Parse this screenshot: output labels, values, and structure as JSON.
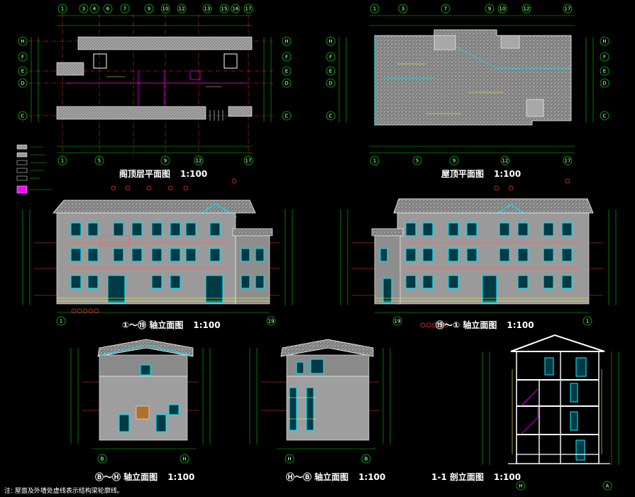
{
  "drawing_titles": {
    "attic_plan": "阁顶层平面图",
    "attic_plan_scale": "1:100",
    "roof_plan": "屋顶平面图",
    "roof_plan_scale": "1:100",
    "elev_1_19": "①～⑲ 轴立面图",
    "elev_1_19_scale": "1:100",
    "elev_19_1": "⑲～① 轴立面图",
    "elev_19_1_scale": "1:100",
    "elev_b_h": "Ⓑ～Ⓗ 轴立面图",
    "elev_b_h_scale": "1:100",
    "elev_h_b": "Ⓗ～Ⓑ 轴立面图",
    "elev_h_b_scale": "1:100",
    "section_1_1": "1-1 剖立面图",
    "section_1_1_scale": "1:100"
  },
  "note": "注: 屋面及外墙处虚线表示结构梁轮廓线。",
  "grid_labels": {
    "plan_top": [
      "1",
      "3",
      "4",
      "6",
      "7",
      "9",
      "10",
      "12",
      "13",
      "15",
      "16",
      "17"
    ],
    "plan_bottom": [
      "1",
      "5",
      "9",
      "12",
      "17"
    ],
    "plan_rows": [
      "H",
      "F",
      "E",
      "D",
      "C"
    ],
    "roof_top": [
      "1",
      "3",
      "7",
      "9",
      "10",
      "12",
      "17"
    ],
    "roof_bottom": [
      "1",
      "5",
      "9",
      "12",
      "17"
    ],
    "elev_ends_left": [
      "1",
      "19"
    ],
    "elev_ends_right": [
      "19",
      "1"
    ],
    "side_ends_1": [
      "B",
      "H"
    ],
    "side_ends_2": [
      "H",
      "B"
    ],
    "section_ends": [
      "H",
      "A"
    ]
  },
  "colors": {
    "background": "#000000",
    "grid_green": "#00c800",
    "wall_grey": "#9a9a9a",
    "window_cyan": "#00e5ff",
    "axis_red": "#ff3030",
    "magenta": "#ff00ff",
    "yellow": "#ffff40",
    "white": "#ffffff"
  }
}
